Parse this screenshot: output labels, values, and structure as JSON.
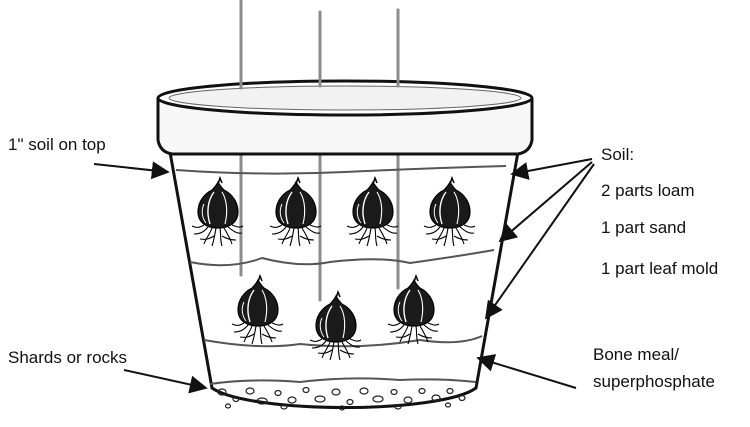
{
  "labels": {
    "soil_top": "1\" soil on top",
    "shards": "Shards or rocks",
    "soil_heading": "Soil:",
    "soil_loam": "2 parts loam",
    "soil_sand": "1 part sand",
    "soil_leaf": "1 part leaf mold",
    "bone_meal_1": "Bone meal/",
    "bone_meal_2": "superphosphate"
  },
  "bulbs": {
    "upper_layer_count": 4,
    "lower_layer_count": 3,
    "markers_count": 3
  },
  "colors": {
    "outline": "#111111",
    "marker_stick": "#8c8c8c",
    "rim_fill": "#f7f7f7",
    "bulb_dark": "#1a1a1a"
  }
}
